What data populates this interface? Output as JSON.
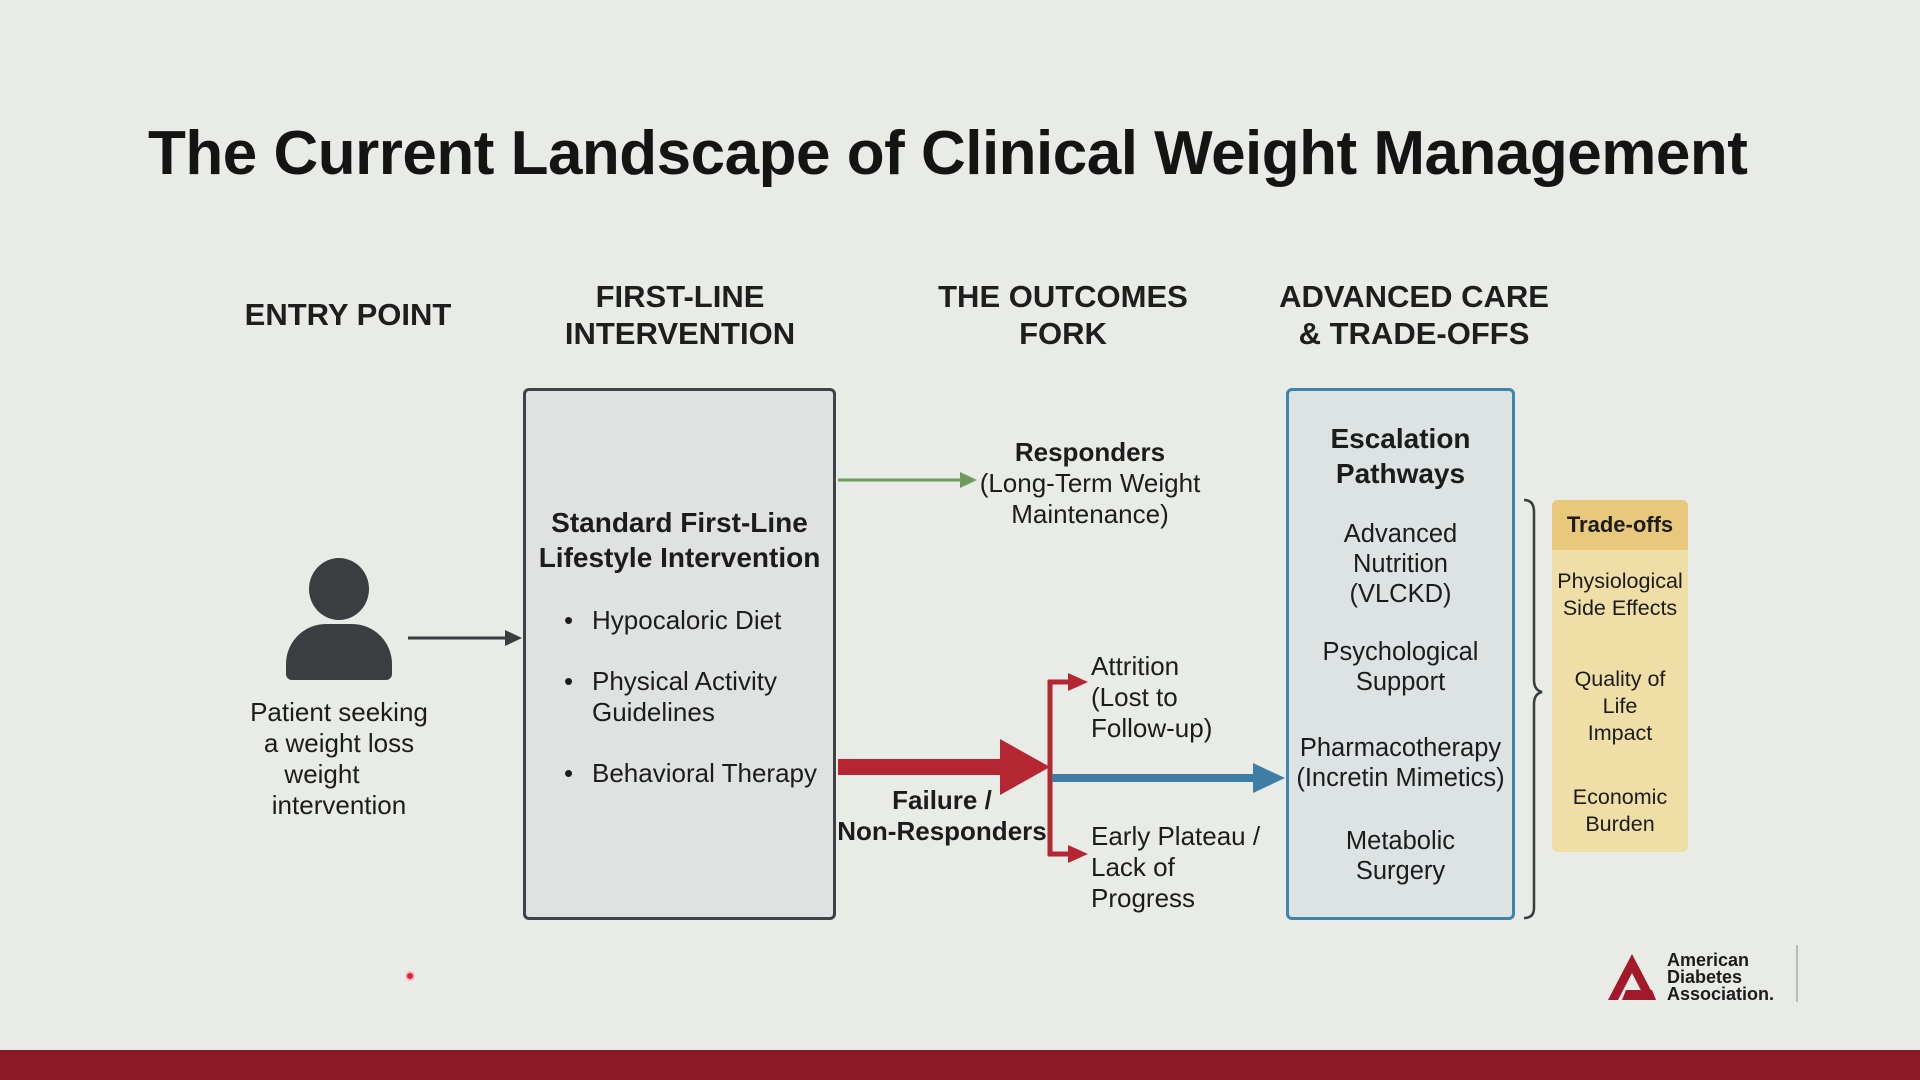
{
  "title": "The Current Landscape of Clinical Weight Management",
  "columns": {
    "entry": "ENTRY POINT",
    "first_line_1": "FIRST-LINE",
    "first_line_2": "INTERVENTION",
    "outcomes_1": "THE OUTCOMES",
    "outcomes_2": "FORK",
    "advanced_1": "ADVANCED CARE",
    "advanced_2": "& TRADE-OFFS"
  },
  "patient": {
    "icon": "person-icon",
    "lines": [
      "Patient seeking",
      "a weight loss",
      "weight",
      "intervention"
    ]
  },
  "first_line_box": {
    "title_1": "Standard First-Line",
    "title_2": "Lifestyle Intervention",
    "bullets": [
      {
        "line1": "Hypocaloric Diet",
        "line2": ""
      },
      {
        "line1": "Physical Activity",
        "line2": "Guidelines"
      },
      {
        "line1": "Behavioral Therapy",
        "line2": ""
      }
    ]
  },
  "outcomes": {
    "responders_title": "Responders",
    "responders_l1": "(Long-Term Weight",
    "responders_l2": "Maintenance)",
    "failure_l1": "Failure /",
    "failure_l2": "Non-Responders",
    "attrition": [
      "Attrition",
      "(Lost to",
      "Follow-up)"
    ],
    "plateau": [
      "Early Plateau /",
      "Lack of",
      "Progress"
    ]
  },
  "escalation": {
    "title_1": "Escalation",
    "title_2": "Pathways",
    "items": [
      [
        "Advanced",
        "Nutrition",
        "(VLCKD)"
      ],
      [
        "Psychological",
        "Support"
      ],
      [
        "Pharmacotherapy",
        "(Incretin Mimetics)"
      ],
      [
        "Metabolic",
        "Surgery"
      ]
    ]
  },
  "tradeoffs": {
    "header": "Trade-offs",
    "items": [
      [
        "Physiological",
        "Side Effects"
      ],
      [
        "Quality of",
        "Life",
        "Impact"
      ],
      [
        "Economic",
        "Burden"
      ]
    ]
  },
  "logo": {
    "line1": "American",
    "line2": "Diabetes",
    "line3": "Association."
  },
  "colors": {
    "green_arrow": "#6f9a5e",
    "red_arrow": "#b32632",
    "blue_arrow": "#3e7ea6",
    "brand_red": "#8b1a26"
  }
}
